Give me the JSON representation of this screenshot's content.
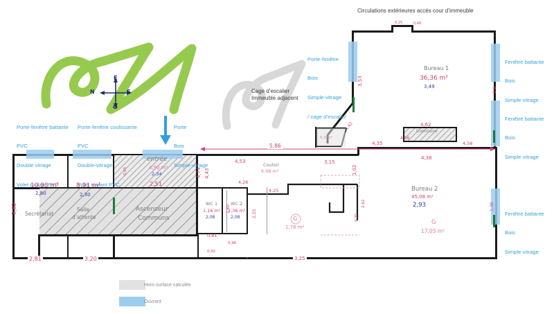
{
  "document": {
    "type": "architectural-floor-plan",
    "language": "fr"
  },
  "titles": {
    "top_note": "Circulations extérieures accés cour d’immeuble",
    "stairwell_note_line1": "Cage d’escalier",
    "stairwell_note_line2": "Immeuble adjacent"
  },
  "compass": {
    "north": "N",
    "south": "S",
    "east": "E",
    "west": "O"
  },
  "openings": {
    "left1": {
      "line1": "Porte-fenêtre battante",
      "line2": "PVC",
      "line3": "Double vitrage",
      "line4": "Volet roulant PVC"
    },
    "left2": {
      "line1": "Porte-fenêtre coulissante",
      "line2": "PVC",
      "line3": "Double-vitrage",
      "line4": "Volet roulant PVC"
    },
    "left3": {
      "line1": "Porte",
      "line2": "Bois",
      "line3": "Simple-vitrage"
    },
    "top_left_stair": {
      "line1": "Porte-fenêtre",
      "line2": "Bois",
      "line3": "Simple-vitrage",
      "line4": "/ cage d’escalier"
    },
    "right1": {
      "line1": "Fenêtre battante",
      "line2": "Bois",
      "line3": "Simple vitrage"
    },
    "right2": {
      "line1": "Fenêtre battante",
      "line2": "Bois",
      "line3": "Simple vitrage"
    },
    "right3": {
      "line1": "Fenêtre battante",
      "line2": "Bois",
      "line3": "Simple vitrage"
    }
  },
  "rooms": [
    {
      "name": "Secrétariat",
      "area": "10,93 m²",
      "height": "2,80"
    },
    {
      "name": "Salle\nd’attente",
      "area": "8,91 m²",
      "height": "2,30"
    },
    {
      "name": "entrée",
      "area": "4,90 m²",
      "height": "2,34"
    },
    {
      "name": "Ascenseur\nCommuns",
      "area": "",
      "height": ""
    },
    {
      "name": "WC 1",
      "area": "1,16 m²",
      "height": "2,08"
    },
    {
      "name": "WC 2",
      "area": "1,36 m²",
      "height": "2,08"
    },
    {
      "name": "Couloir",
      "area": "6,98 m²",
      "height": ""
    },
    {
      "name": "Bureau 1",
      "area": "36,36 m²",
      "height": "3,49"
    },
    {
      "name": "Bureau 2",
      "area": "45,08 m²",
      "height": "2,93"
    },
    {
      "name": "G",
      "area": "17,05 m²",
      "height": ""
    },
    {
      "name": "G",
      "area": "1,78 m²",
      "height": ""
    },
    {
      "name": "Communs",
      "area": "",
      "height": ""
    }
  ],
  "room_labels": {
    "secretariat": "Secrétariat",
    "secretariat_area": "10,93 m²",
    "secretariat_h": "2,80",
    "salle_attente_1": "Salle",
    "salle_attente_2": "d’attente",
    "salle_area": "8,91 m²",
    "salle_h": "2,30",
    "entree": "entrée",
    "entree_area": "4,90 m²",
    "entree_h": "2,34",
    "ascenseur_1": "Ascenseur",
    "ascenseur_2": "Communs",
    "wc1": "WC 1",
    "wc1_area": "1,16 m²",
    "wc1_h": "2,08",
    "wc2": "WC 2",
    "wc2_area": "1,36 m²",
    "wc2_h": "2,08",
    "couloir": "Couloir",
    "couloir_area": "6,98 m²",
    "bureau1": "Bureau 1",
    "bureau1_area": "36,36 m²",
    "bureau1_h": "3,49",
    "bureau2": "Bureau 2",
    "bureau2_area": "45,08 m²",
    "bureau2_h": "2,93",
    "g_big": "G",
    "g_big_area": "17,05 m²",
    "g_small": "G",
    "g_small_area": "1,78 m²",
    "communs": "Communs",
    "small_room_area": "0,3 m²"
  },
  "dimensions": {
    "d_top_a": "0,25",
    "d_top_b": "0,48",
    "d_left_wall_v": "3,82",
    "d_left_bottom": "2,81",
    "d_mid_bottom": "3,20",
    "d_entree_w": "2,51",
    "d_5_86": "5,86",
    "d_4_53": "4,53",
    "d_3_15": "3,15",
    "d_1_02": "1,02",
    "d_4_43": "4,43",
    "d_4_74": "4,74",
    "d_3_53": "3,53",
    "d_4_62": "4,62",
    "d_4_35": "4,35",
    "d_4_38": "4,38",
    "d_4_58": "4,58",
    "d_4_56": "4,56",
    "d_4_22": "4,22",
    "d_4_26": "4,26",
    "d_4_25": "4,25",
    "d_2_55": "2,55",
    "d_3_25": "3,25",
    "d_0_81": "0,81",
    "d_0_96": "0,96",
    "d_0_92": "0,92",
    "d_1_60": "1,60",
    "d_0_35": "0,35",
    "d_2_62": "2,62",
    "d_0_65": "0,65",
    "d_1_60b": "1,60",
    "d_3_6": "3,6",
    "d_1_38": "1,38",
    "d_4_42": "4,42"
  },
  "legend": {
    "hors_surface": "Hors-surface calculée",
    "ouvrant": "Ouvrant"
  },
  "colors": {
    "opening_blue": "#9ccdf0",
    "annotation_blue": "#31a0dc",
    "dimension_red": "#d4426b",
    "grey_fill": "#e2e2e2",
    "wall_black": "#1a1a1a",
    "green_scribble": "#8dc63f",
    "door_green": "#1e7a3c"
  }
}
